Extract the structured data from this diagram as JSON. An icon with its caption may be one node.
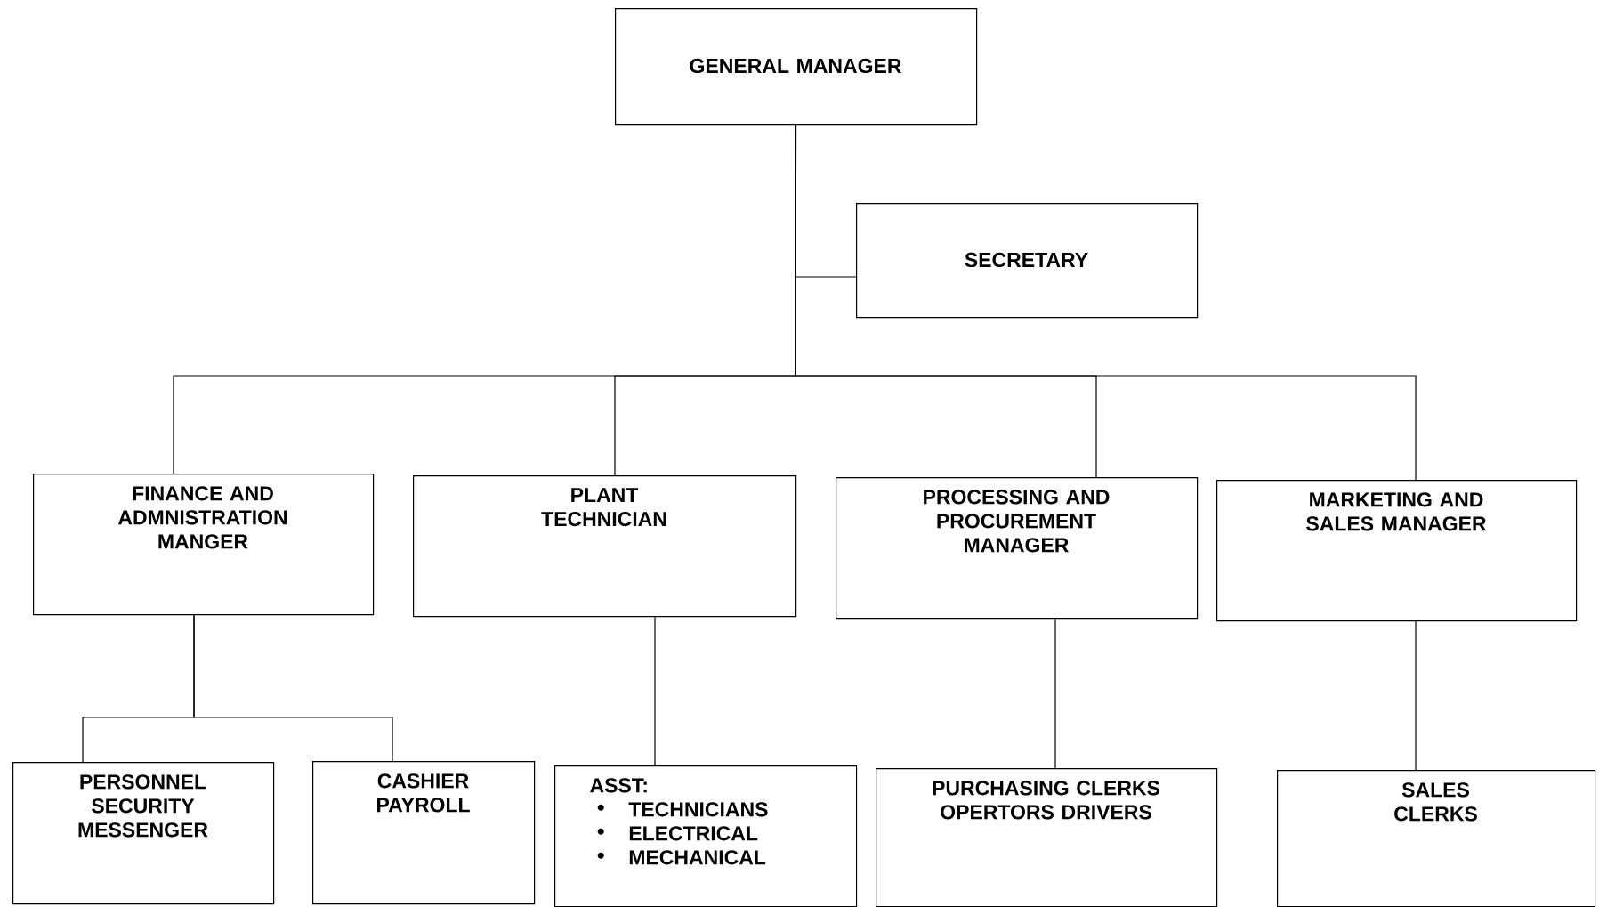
{
  "diagram": {
    "nodes": [
      {
        "text": [
          "GENERAL MANAGER"
        ]
      },
      {
        "text": [
          "SECRETARY"
        ]
      },
      {
        "text": [
          "FINANCE AND ADMNISTRATION MANGER"
        ]
      },
      {
        "text": [
          "PLANT TECHNICIAN"
        ]
      },
      {
        "text": [
          "PROCESSING AND PROCUREMENT MANAGER"
        ]
      },
      {
        "text": [
          "MARKETING AND SALES MANAGER"
        ]
      },
      {
        "text": [
          "PERSONNEL SECURITY MESSENGER"
        ]
      },
      {
        "text": [
          "CASHIER PAYROLL"
        ]
      },
      {
        "text": [
          "ASST:",
          "TECHNICIANS",
          "ELECTRICAL",
          "MECHANICAL"
        ]
      },
      {
        "text": [
          "PURCHASING CLERKS OPERTORS DRIVERS"
        ]
      },
      {
        "text": [
          "SALES CLERKS"
        ]
      }
    ],
    "edges": [
      {
        "from": 0,
        "to": 1,
        "arrow": "none"
      },
      {
        "from": 0,
        "to": 2,
        "arrow": "none"
      },
      {
        "from": 0,
        "to": 3,
        "arrow": "none"
      },
      {
        "from": 0,
        "to": 4,
        "arrow": "none"
      },
      {
        "from": 0,
        "to": 5,
        "arrow": "none"
      },
      {
        "from": 2,
        "to": 6,
        "arrow": "none"
      },
      {
        "from": 2,
        "to": 7,
        "arrow": "none"
      },
      {
        "from": 3,
        "to": 8,
        "arrow": "none"
      },
      {
        "from": 4,
        "to": 9,
        "arrow": "none"
      },
      {
        "from": 5,
        "to": 10,
        "arrow": "none"
      }
    ]
  }
}
